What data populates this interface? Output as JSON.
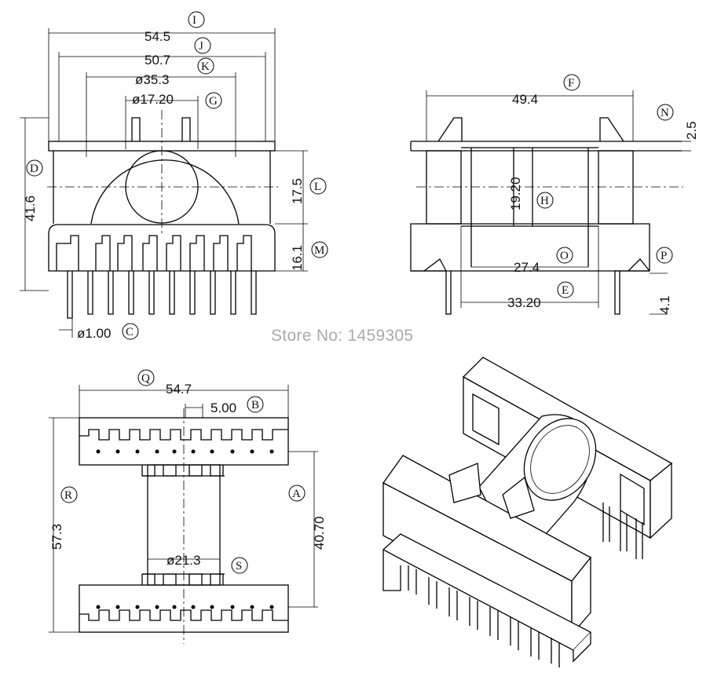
{
  "watermark": "Store No: 1459305",
  "dimensions": {
    "top_left": {
      "width_I": "54.5",
      "width_J": "50.7",
      "dia_K": "ø35.3",
      "dia_G": "ø17.20",
      "height_D": "41.6",
      "height_L": "17.5",
      "height_M": "16.1",
      "pin_C": "ø1.00"
    },
    "top_right": {
      "width_F": "49.4",
      "flange_N": "2.5",
      "core_H": "19.20",
      "width_O": "27.4",
      "width_E": "33.20",
      "pin_P": "4.1"
    },
    "bottom_left": {
      "width_Q": "54.7",
      "pitch_B": "5.00",
      "height_R": "57.3",
      "height_A": "40.70",
      "width_S": "ø21.3"
    }
  },
  "callouts": [
    "A",
    "B",
    "C",
    "D",
    "E",
    "F",
    "G",
    "H",
    "I",
    "J",
    "K",
    "L",
    "M",
    "N",
    "O",
    "P",
    "Q",
    "R",
    "S"
  ]
}
